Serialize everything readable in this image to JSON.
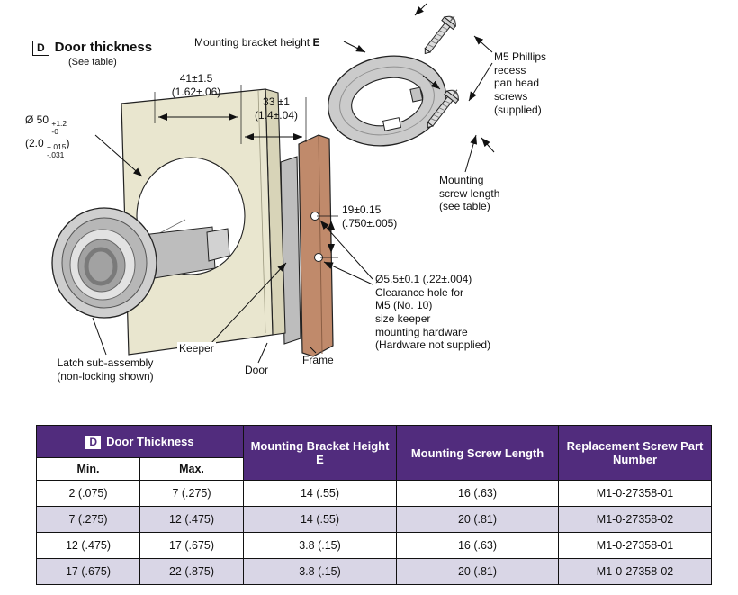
{
  "colors": {
    "header_bg": "#512c7d",
    "row_alt": "#d9d6e6",
    "door_color": "#e9e6cf",
    "frame_color": "#c08a6b",
    "metal_color": "#cbcbcb"
  },
  "diagram": {
    "door_thickness": {
      "letter": "D",
      "label": "Door thickness",
      "note": "(See table)"
    },
    "bracket_height": {
      "label": "Mounting bracket height",
      "letter": "E"
    },
    "dims": {
      "door_width": "41±1.5\n(1.62±.06)",
      "bracket_offset": "33 ±1\n(1.4±.04)",
      "hole_spacing": "19±0.15\n(.750±.005)",
      "cutout_dia_mm": "Ø 50",
      "cutout_tol_plus": "+1.2",
      "cutout_tol_minus": "-0",
      "cutout_dia_in": "(2.0",
      "cutout_in_tol_plus": "+.015",
      "cutout_in_tol_minus": "-.031",
      "cutout_close": ")"
    },
    "notes": {
      "screws": "M5 Phillips\nrecess\npan head\nscrews\n(supplied)",
      "screw_length": "Mounting\nscrew length\n(see table)",
      "clearance": "Ø5.5±0.1 (.22±.004)\nClearance hole for\nM5 (No. 10)\nsize keeper\nmounting hardware\n(Hardware not supplied)",
      "latch": "Latch sub-assembly\n(non-locking shown)",
      "keeper": "Keeper",
      "door": "Door",
      "frame": "Frame"
    }
  },
  "table": {
    "header": {
      "door_thickness_letter": "D",
      "door_thickness": "Door Thickness",
      "min": "Min.",
      "max": "Max.",
      "bracket_height": "Mounting Bracket\nHeight E",
      "screw_length": "Mounting Screw Length",
      "part_number": "Replacement Screw\nPart Number"
    },
    "rows": [
      {
        "min": "2 (.075)",
        "max": "7 (.275)",
        "bracket_height": "14 (.55)",
        "screw_length": "16 (.63)",
        "part_number": "M1-0-27358-01"
      },
      {
        "min": "7 (.275)",
        "max": "12 (.475)",
        "bracket_height": "14 (.55)",
        "screw_length": "20 (.81)",
        "part_number": "M1-0-27358-02"
      },
      {
        "min": "12 (.475)",
        "max": "17 (.675)",
        "bracket_height": "3.8 (.15)",
        "screw_length": "16 (.63)",
        "part_number": "M1-0-27358-01"
      },
      {
        "min": "17 (.675)",
        "max": "22 (.875)",
        "bracket_height": "3.8 (.15)",
        "screw_length": "20 (.81)",
        "part_number": "M1-0-27358-02"
      }
    ]
  }
}
